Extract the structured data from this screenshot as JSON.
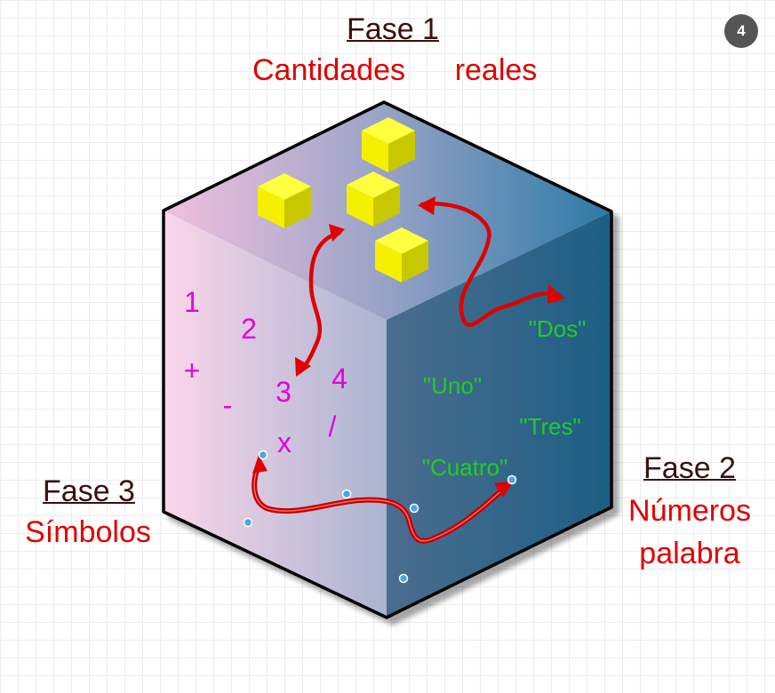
{
  "slide_number": "4",
  "phase1": {
    "title": "Fase 1",
    "subtitle_a": "Cantidades",
    "subtitle_b": "reales"
  },
  "phase2": {
    "title": "Fase 2",
    "subtitle_line1": "Números",
    "subtitle_line2": "palabra"
  },
  "phase3": {
    "title": "Fase 3",
    "subtitle": "Símbolos"
  },
  "symbols": [
    "1",
    "2",
    "+",
    "-",
    "3",
    "4",
    "x",
    "/"
  ],
  "number_words": [
    "\"Dos\"",
    "\"Uno\"",
    "\"Tres\"",
    "\"Cuatro\""
  ],
  "colors": {
    "title": "#3b0f0f",
    "subtitle": "#e00000",
    "symbols": "#e200e2",
    "words": "#22cc22",
    "cubes": "#ffff00",
    "arrows": "#e00000"
  }
}
